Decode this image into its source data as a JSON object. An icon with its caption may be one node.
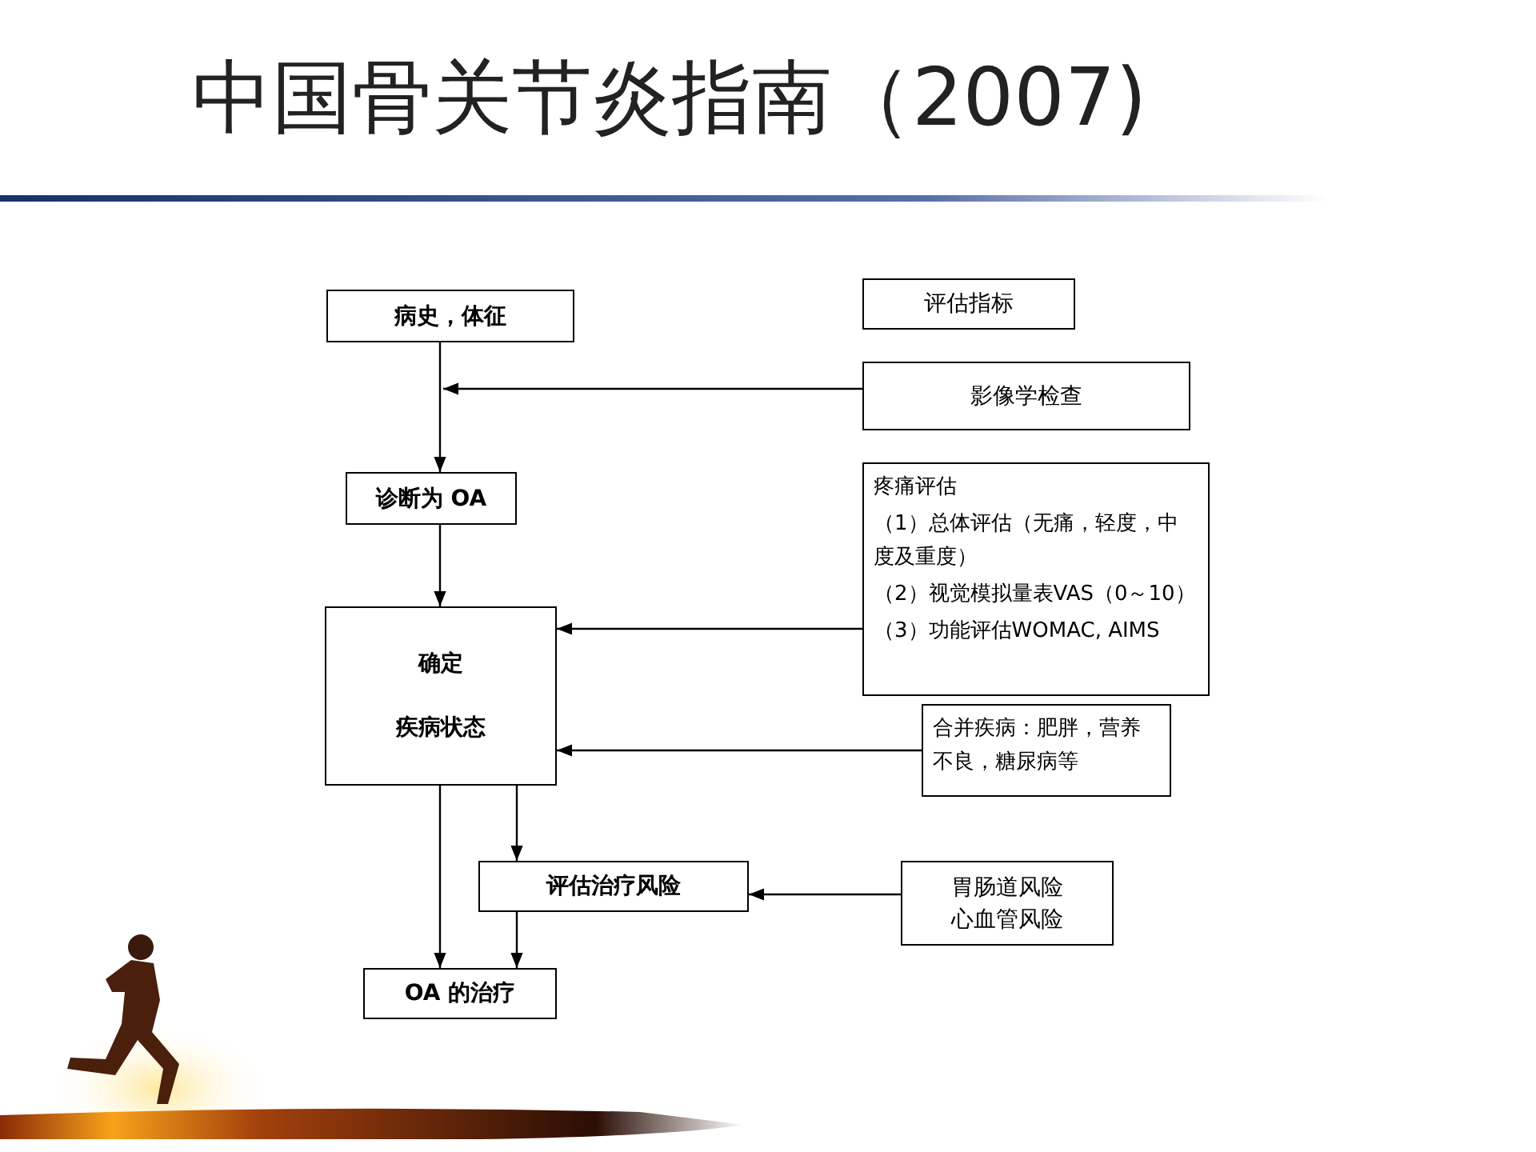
{
  "diagram": {
    "title": "中国骨关节炎指南（2007)",
    "nodes": [
      {
        "text": [
          "病史，体征"
        ]
      },
      {
        "text": [
          "评估指标"
        ]
      },
      {
        "text": [
          "影像学检查"
        ]
      },
      {
        "text": [
          "诊断为 OA"
        ]
      },
      {
        "text": [
          "疼痛评估",
          "（1）总体评估（无痛，轻度，中度及重度）",
          "（2）视觉模拟量表VAS（0～10）",
          "（3）功能评估WOMAC, AIMS"
        ]
      },
      {
        "text": [
          "确定",
          "疾病状态"
        ]
      },
      {
        "text": [
          "合并疾病：肥胖，营养不良，糖尿病等"
        ]
      },
      {
        "text": [
          "评估治疗风险"
        ]
      },
      {
        "text": [
          "胃肠道风险",
          "心血管风险"
        ]
      },
      {
        "text": [
          "OA 的治疗"
        ]
      }
    ],
    "edges": [
      {
        "from": 0,
        "to": 3,
        "arrow": "to"
      },
      {
        "from": 2,
        "to": null,
        "arrow": "to"
      },
      {
        "from": 3,
        "to": 5,
        "arrow": "to"
      },
      {
        "from": 4,
        "to": 5,
        "arrow": "to"
      },
      {
        "from": 6,
        "to": 5,
        "arrow": "to"
      },
      {
        "from": 5,
        "to": 7,
        "arrow": "to"
      },
      {
        "from": 5,
        "to": 9,
        "arrow": "to"
      },
      {
        "from": 8,
        "to": 7,
        "arrow": "to"
      },
      {
        "from": 7,
        "to": 9,
        "arrow": "to"
      }
    ]
  }
}
